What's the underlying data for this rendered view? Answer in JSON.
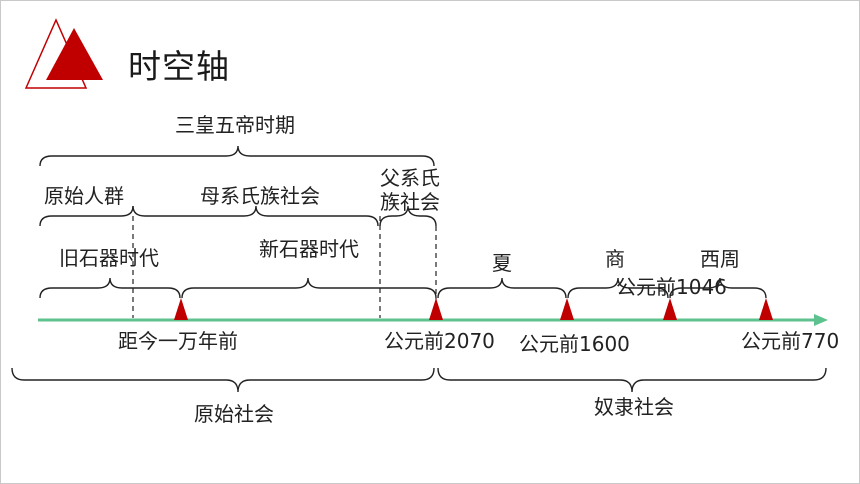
{
  "page": {
    "title": "时空轴"
  },
  "colors": {
    "axis": "#5ec28e",
    "marker": "#c00000",
    "logo_fill": "#c00000",
    "logo_outline": "#c00000",
    "brace": "#222222"
  },
  "labels": {
    "sanhuang": "三皇五帝时期",
    "yuanshi_renqun": "原始人群",
    "muxi": "母系氏族社会",
    "fuxi": "父系氏族社会",
    "jiushiqi": "旧石器时代",
    "xinshiqi": "新石器时代",
    "xia": "夏",
    "shang": "商",
    "xizhou": "西周",
    "t_wannian": "距今一万年前",
    "t_2070": "公元前2070",
    "t_1600": "公元前1600",
    "t_1046": "公元前1046",
    "t_770": "公元前770",
    "yuanshi_shehui": "原始社会",
    "nuli_shehui": "奴隶社会"
  }
}
